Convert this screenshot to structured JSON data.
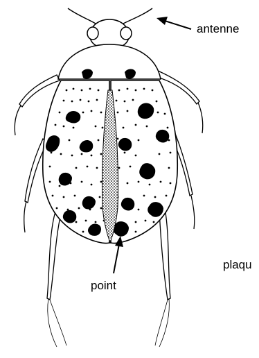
{
  "labels": {
    "antenne": "antenne",
    "point": "point",
    "plaque": "plaqu"
  },
  "colors": {
    "ink": "#000000",
    "paper": "#ffffff",
    "shadow_fill": "#555555"
  }
}
